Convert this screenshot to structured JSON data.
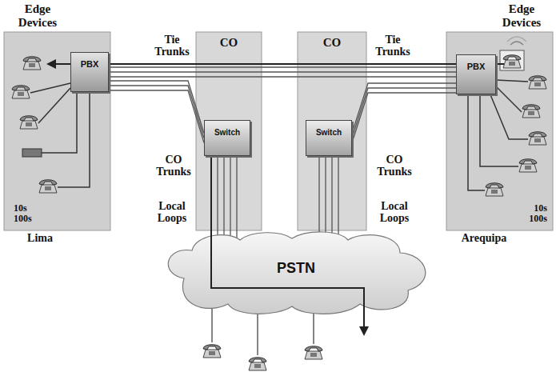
{
  "diagram": {
    "nodes": [
      {
        "text": [
          "Edge Devices",
          "10s 100s",
          "Lima"
        ]
      },
      {
        "text": [
          "PBX"
        ],
        "in": 0
      },
      {
        "text": [
          "CO"
        ]
      },
      {
        "text": [
          "Switch"
        ],
        "in": 2
      },
      {
        "text": [
          "CO"
        ]
      },
      {
        "text": [
          "Switch"
        ],
        "in": 4
      },
      {
        "text": [
          "Edge Devices",
          "10s 100s",
          "Arequipa"
        ]
      },
      {
        "text": [
          "PBX"
        ],
        "in": 6
      },
      {
        "text": [
          "PSTN"
        ]
      }
    ],
    "edges": [
      {
        "from": 1,
        "to": 7,
        "arrow": "none"
      },
      {
        "from": 1,
        "to": 3,
        "arrow": "none"
      },
      {
        "from": 5,
        "to": 7,
        "arrow": "none"
      },
      {
        "from": 3,
        "to": 8,
        "arrow": "none"
      },
      {
        "from": 5,
        "to": 8,
        "arrow": "none"
      }
    ],
    "labels": [
      "Tie Trunks",
      "Tie Trunks",
      "CO Trunks",
      "CO Trunks",
      "Local Loops",
      "Local Loops"
    ]
  }
}
